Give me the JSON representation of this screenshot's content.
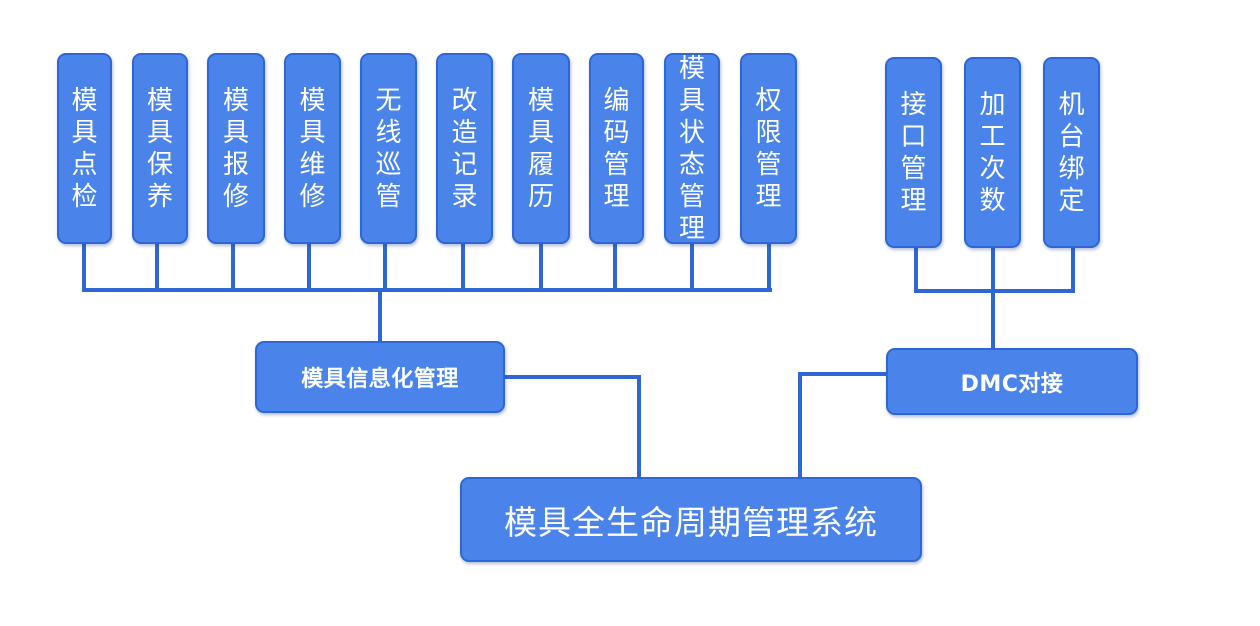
{
  "root": {
    "label": "模具全生命周期管理系统"
  },
  "groups": [
    {
      "label": "模具信息化管理",
      "items": [
        "模具点检",
        "模具保养",
        "模具报修",
        "模具维修",
        "无线巡管",
        "改造记录",
        "模具履历",
        "编码管理",
        "模具状态管理",
        "权限管理"
      ]
    },
    {
      "label": "DMC对接",
      "items": [
        "接口管理",
        "加工次数",
        "机台绑定"
      ]
    }
  ],
  "colors": {
    "box_fill": "#4a84ea",
    "box_border": "#2f66d6",
    "text": "#ffffff",
    "line": "#2f66d6"
  }
}
